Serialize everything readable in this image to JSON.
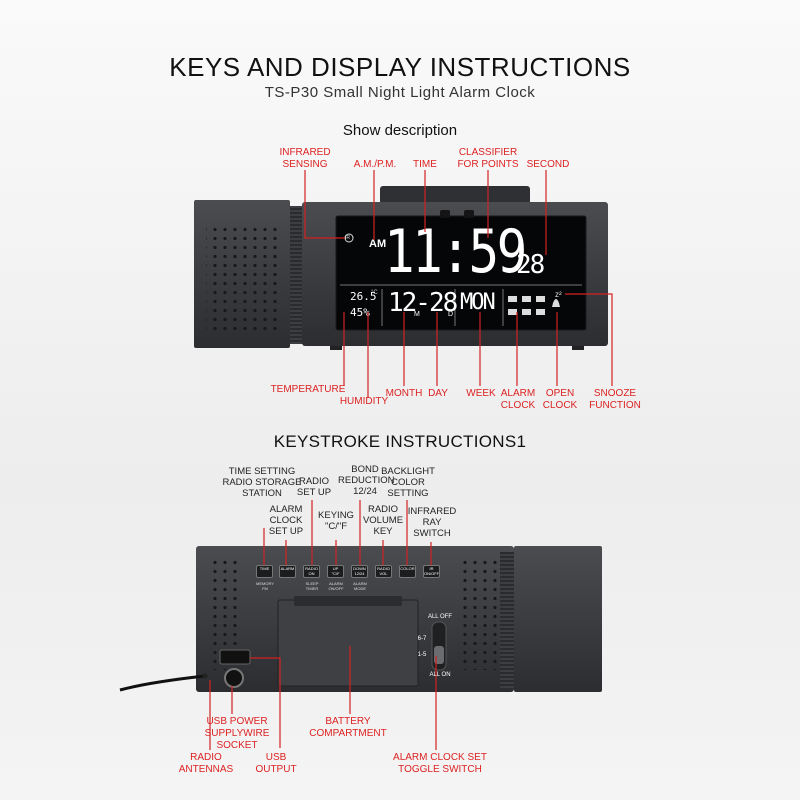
{
  "title": "KEYS AND DISPLAY INSTRUCTIONS",
  "subtitle": "TS-P30 Small Night Light Alarm Clock",
  "section1": "Show description",
  "section2": "KEYSTROKE INSTRUCTIONS1",
  "display": {
    "am": "AM",
    "time_hm": "11:59",
    "seconds": "28",
    "temp": "26.5",
    "temp_unit": "°C",
    "humidity": "45%",
    "date": "12-28",
    "month_mark": "M",
    "day_mark": "D",
    "week": "MON",
    "ir_mark": "IR"
  },
  "labels_top": {
    "infrared_sensing": "INFRARED\nSENSING",
    "ampm": "A.M./P.M.",
    "time": "TIME",
    "classifier": "CLASSIFIER\nFOR POINTS",
    "second": "SECOND"
  },
  "labels_bottom": {
    "temperature": "TEMPERATURE",
    "humidity": "HUMIDITY",
    "month": "MONTH",
    "day": "DAY",
    "week": "WEEK",
    "alarm_clock": "ALARM\nCLOCK",
    "open_clock": "OPEN\nCLOCK",
    "snooze": "SNOOZE\nFUNCTION"
  },
  "key_labels": {
    "time_setting": "TIME SETTING\nRADIO STORAGE\nSTATION",
    "alarm_setup": "ALARM\nCLOCK\nSET UP",
    "radio_setup": "RADIO\nSET UP",
    "keying": "KEYING\n\"C/\"F",
    "bond": "BOND\nREDUCTION\n12/24",
    "radio_volume": "RADIO\nVOLUME\nKEY",
    "backlight": "BACKLIGHT\nCOLOR\nSETTING",
    "infrared": "INFRARED\nRAY\nSWITCH"
  },
  "buttons": [
    {
      "label": "TIME",
      "sub": "MEMORY\nFM"
    },
    {
      "label": "ALARM",
      "sub": ""
    },
    {
      "label": "RADIO\nON",
      "sub": "SLEEP\nTIMER"
    },
    {
      "label": "UP\n°C/F",
      "sub": "ALARM\nON/OFF"
    },
    {
      "label": "DOWN\n12/24",
      "sub": "ALARM\nMODE"
    },
    {
      "label": "RADIO\nVOL",
      "sub": ""
    },
    {
      "label": "COLOR",
      "sub": ""
    },
    {
      "label": "IR\nON/OFF",
      "sub": ""
    }
  ],
  "switch_labels": {
    "all_off": "ALL OFF",
    "six_seven": "6-7",
    "one_five": "1-5",
    "all_on": "ALL ON"
  },
  "labels_back": {
    "usb_power": "USB POWER\nSUPPLYWIRE\nSOCKET",
    "battery": "BATTERY\nCOMPARTMENT",
    "radio_antennas": "RADIO\nANTENNAS",
    "usb_output": "USB\nOUTPUT",
    "alarm_switch": "ALARM CLOCK SET\nTOGGLE SWITCH"
  },
  "colors": {
    "accent_red": "#d22222",
    "device_body": "#3a3c40",
    "screen": "#050607"
  }
}
